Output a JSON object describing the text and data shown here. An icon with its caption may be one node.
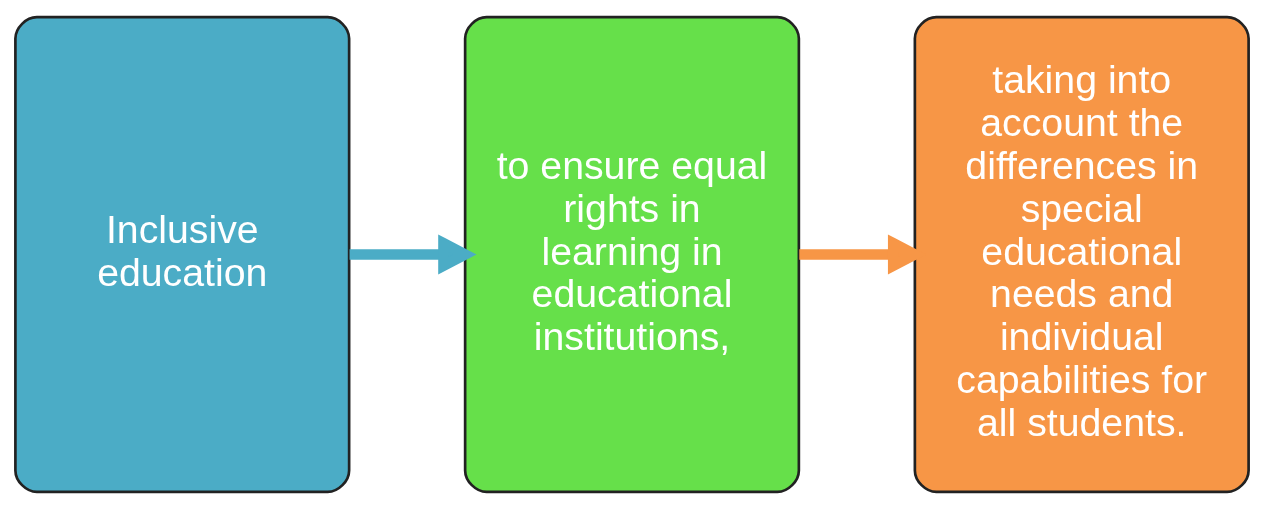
{
  "diagram": {
    "nodes": [
      {
        "text": [
          "Inclusive education"
        ]
      },
      {
        "text": [
          "to ensure equal rights in learning in educational institutions,"
        ]
      },
      {
        "text": [
          "taking into account the differences in special educational needs and individual capabilities for all students."
        ]
      }
    ],
    "edges": [
      {
        "from": 0,
        "to": 1,
        "arrow": "to",
        "color": "#4bacc6"
      },
      {
        "from": 1,
        "to": 2,
        "arrow": "to",
        "color": "#f79646"
      }
    ]
  }
}
